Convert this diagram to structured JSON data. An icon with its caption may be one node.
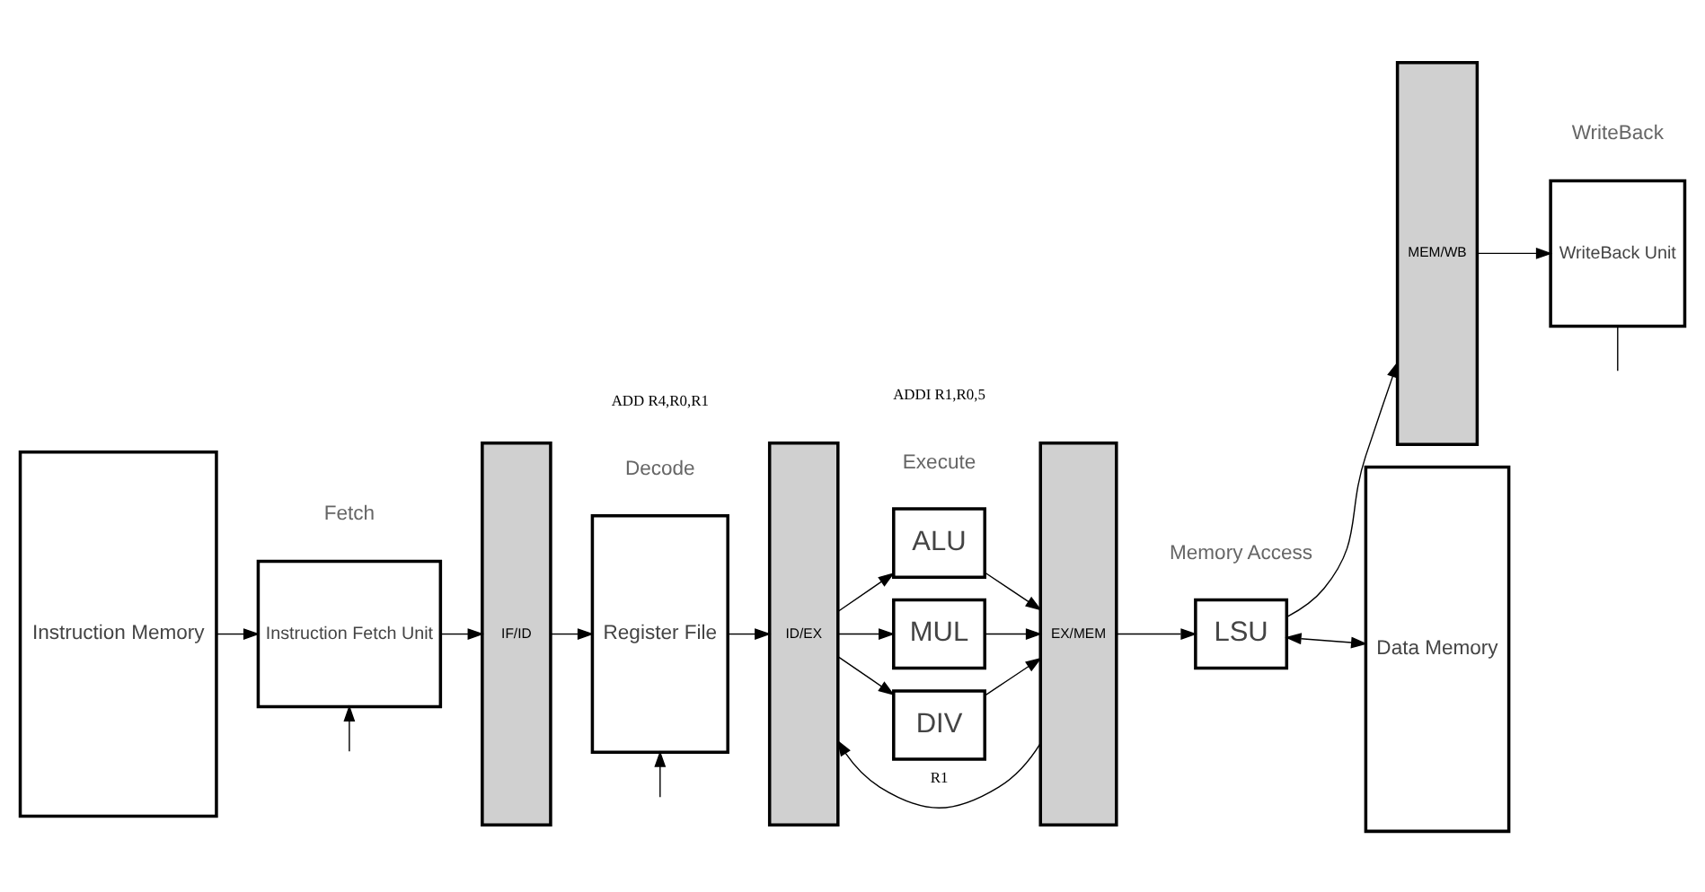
{
  "diagram": {
    "nodes": [
      {
        "text": [
          "Instruction Memory"
        ]
      },
      {
        "text": [
          "Instruction Fetch Unit"
        ]
      },
      {
        "text": [
          "IF/ID"
        ]
      },
      {
        "text": [
          "Register File"
        ]
      },
      {
        "text": [
          "ID/EX"
        ]
      },
      {
        "text": [
          "ALU"
        ]
      },
      {
        "text": [
          "MUL"
        ]
      },
      {
        "text": [
          "DIV"
        ]
      },
      {
        "text": [
          "EX/MEM"
        ]
      },
      {
        "text": [
          "LSU"
        ]
      },
      {
        "text": [
          "MEM/WB"
        ]
      },
      {
        "text": [
          "WriteBack Unit"
        ]
      },
      {
        "text": [
          "Data Memory"
        ]
      }
    ],
    "edges": [
      {
        "from": 0,
        "to": 1,
        "arrow": "to"
      },
      {
        "from": 1,
        "to": 2,
        "arrow": "to"
      },
      {
        "from": 2,
        "to": 3,
        "arrow": "to"
      },
      {
        "from": 3,
        "to": 4,
        "arrow": "to"
      },
      {
        "from": 4,
        "to": 5,
        "arrow": "to"
      },
      {
        "from": 4,
        "to": 6,
        "arrow": "to"
      },
      {
        "from": 4,
        "to": 7,
        "arrow": "to"
      },
      {
        "from": 5,
        "to": 8,
        "arrow": "to"
      },
      {
        "from": 6,
        "to": 8,
        "arrow": "to"
      },
      {
        "from": 7,
        "to": 8,
        "arrow": "to"
      },
      {
        "from": 8,
        "to": 9,
        "arrow": "to"
      },
      {
        "from": 9,
        "to": 10,
        "arrow": "to"
      },
      {
        "from": 10,
        "to": 11,
        "arrow": "to"
      },
      {
        "from": 9,
        "to": 12,
        "arrow": "both"
      },
      {
        "from": null,
        "to": 1,
        "arrow": "to"
      },
      {
        "from": null,
        "to": 3,
        "arrow": "to"
      },
      {
        "from": 11,
        "to": null,
        "arrow": "none"
      },
      {
        "from": 8,
        "to": 4,
        "arrow": "to",
        "label": "R1"
      }
    ],
    "labels": [
      "Fetch",
      "Decode",
      "Execute",
      "Memory Access",
      "WriteBack",
      "ADD R4,R0,R1",
      "ADDI R1,R0,5"
    ]
  }
}
